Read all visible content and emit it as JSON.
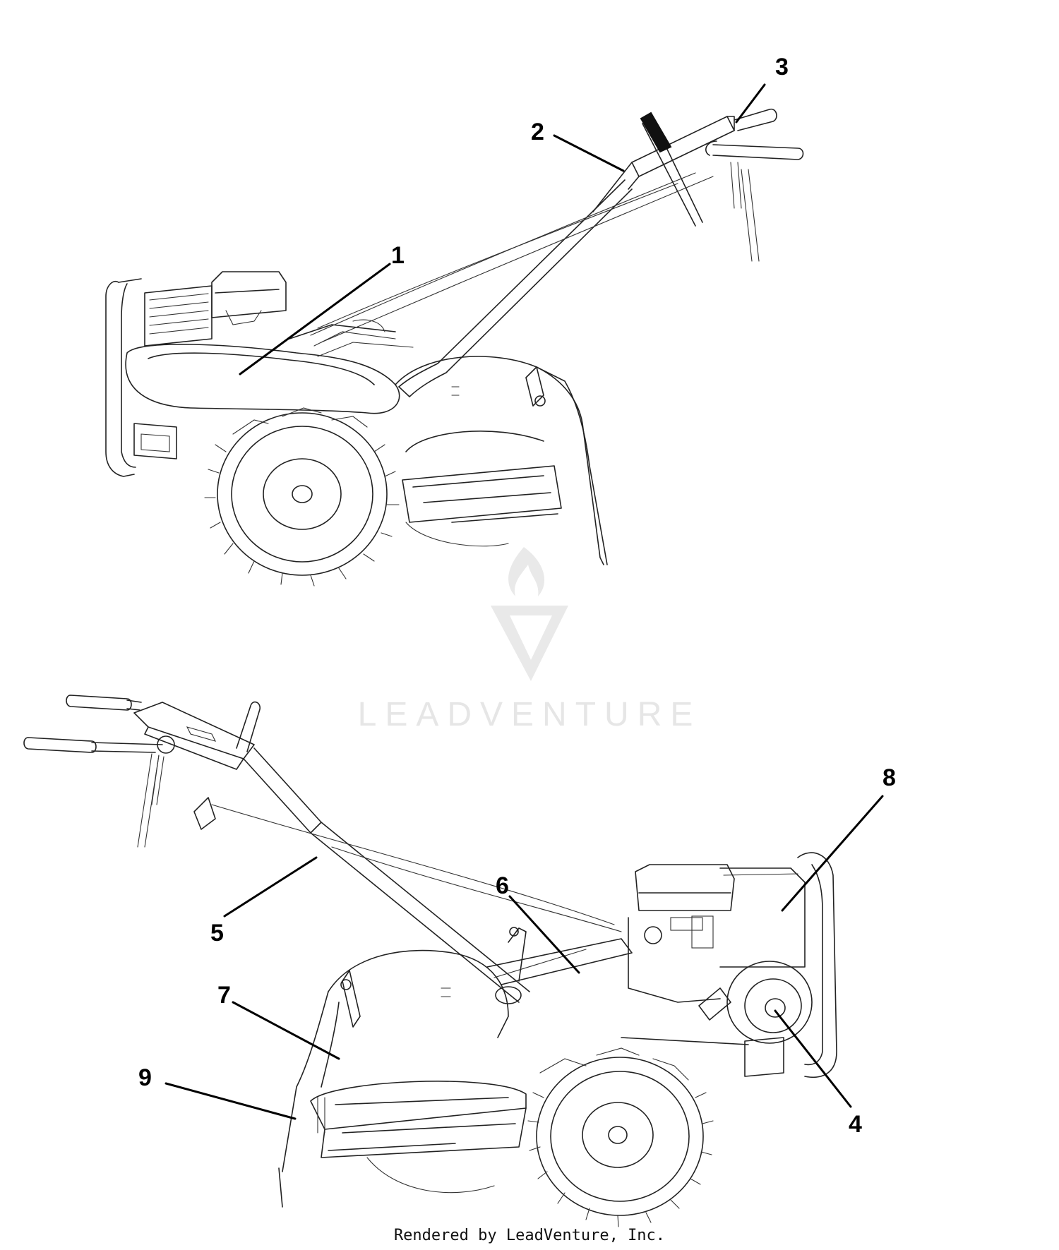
{
  "callouts": {
    "c1": "1",
    "c2": "2",
    "c3": "3",
    "c4": "4",
    "c5": "5",
    "c6": "6",
    "c7": "7",
    "c8": "8",
    "c9": "9"
  },
  "watermark": {
    "brand": "LEADVENTURE",
    "logo_icon": "leadventure-flame-v-logo-icon"
  },
  "footer": {
    "text": "Rendered by LeadVenture, Inc."
  },
  "colors": {
    "line": "#222222",
    "watermark": "#e6e6e6",
    "background": "#ffffff"
  }
}
